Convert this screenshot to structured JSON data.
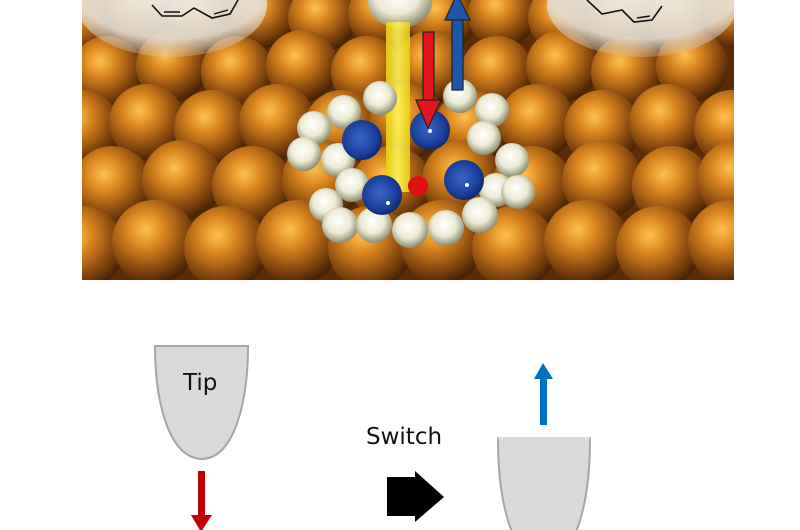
{
  "figure": {
    "top_panel": {
      "description": "3D rendering of STM tip above a molecule with blue nitrogen atoms and a central red atom on an orange copper atomic surface, with a yellow current beam and red-down / blue-up arrows",
      "colors": {
        "surface": "#c9761c",
        "surface_highlight": "#ffb347",
        "hydrogen": "#eeeedd",
        "nitrogen": "#1f4aa8",
        "center_atom": "#e01010",
        "beam": "#f5e62a",
        "arrow_down": "#e2141e",
        "arrow_up": "#1d56a8",
        "tip_bubble": "#e8e4dc"
      }
    },
    "bottom_panel": {
      "tip_label": "Tip",
      "switch_label": "Switch",
      "colors": {
        "tip_fill": "#d9d9d9",
        "tip_stroke": "#a6a6a6",
        "arrow_down": "#c00000",
        "arrow_up": "#0070c0",
        "switch_arrow": "#000000"
      }
    }
  }
}
